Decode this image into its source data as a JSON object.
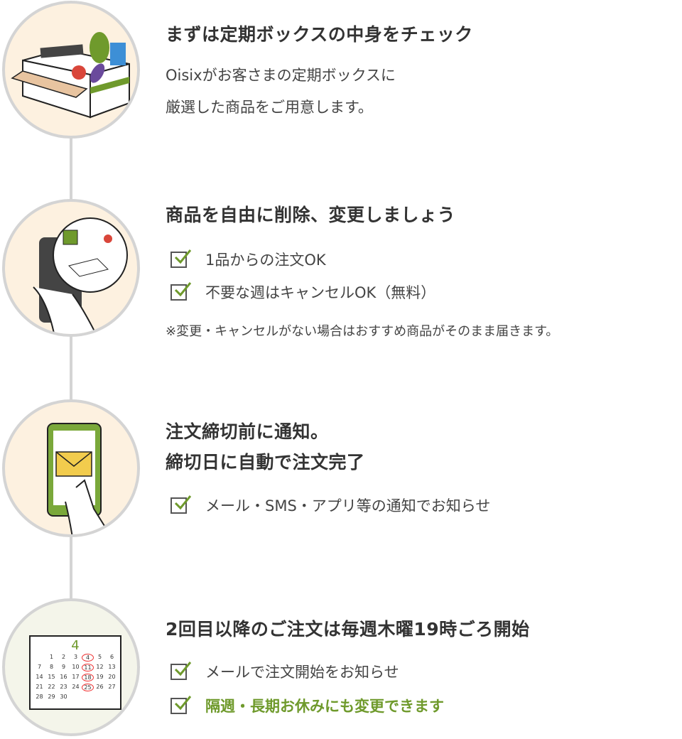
{
  "steps": [
    {
      "title": "まずは定期ボックスの中身をチェック",
      "body": [
        "Oisixがお客さまの定期ボックスに",
        "厳選した商品をご用意します。"
      ]
    },
    {
      "title": "商品を自由に削除、変更しましょう",
      "checks": [
        "1品からの注文OK",
        "不要な週はキャンセルOK（無料）"
      ],
      "note": "※変更・キャンセルがない場合はおすすめ商品がそのまま届きます。"
    },
    {
      "title_lines": [
        "注文締切前に通知。",
        "締切日に自動で注文完了"
      ],
      "checks": [
        "メール・SMS・アプリ等の通知でお知らせ"
      ]
    },
    {
      "title": "2回目以降のご注文は毎週木曜19時ごろ開始",
      "checks": [
        "メールで注文開始をお知らせ",
        "隔週・長期お休みにも変更できます"
      ]
    }
  ],
  "calendar": {
    "month": "4",
    "days": [
      "",
      "1",
      "2",
      "3",
      "4",
      "5",
      "6",
      "7",
      "8",
      "9",
      "10",
      "11",
      "12",
      "13",
      "14",
      "15",
      "16",
      "17",
      "18",
      "19",
      "20",
      "21",
      "22",
      "23",
      "24",
      "25",
      "26",
      "27",
      "28",
      "29",
      "30"
    ]
  },
  "colors": {
    "accent": "#6f9a2c",
    "circle_warm": "#fdf1e0",
    "circle_green": "#f4f5ea",
    "line": "#d4d4d4"
  }
}
